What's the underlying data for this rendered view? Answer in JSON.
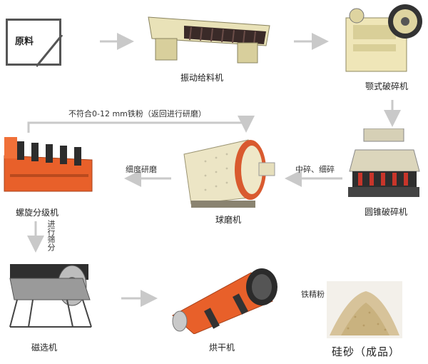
{
  "nodes": {
    "raw": "原料",
    "feeder": "振动给料机",
    "jaw": "颚式破碎机",
    "cone": "圆锥破碎机",
    "ball": "球磨机",
    "classifier": "螺旋分级机",
    "magnetic": "磁选机",
    "dryer": "烘干机",
    "product": "硅砂（成品）"
  },
  "edges": {
    "return_note": "不符合0-12 mm铁粉（返回进行研磨）",
    "fine_grind": "细度研磨",
    "crush": "中碎、细碎",
    "screening": "进行筛分",
    "iron_powder": "铁精粉"
  },
  "colors": {
    "arrow": "#c9c9c9",
    "orange": "#e8602a",
    "gray_machine": "#9a9a9a"
  }
}
